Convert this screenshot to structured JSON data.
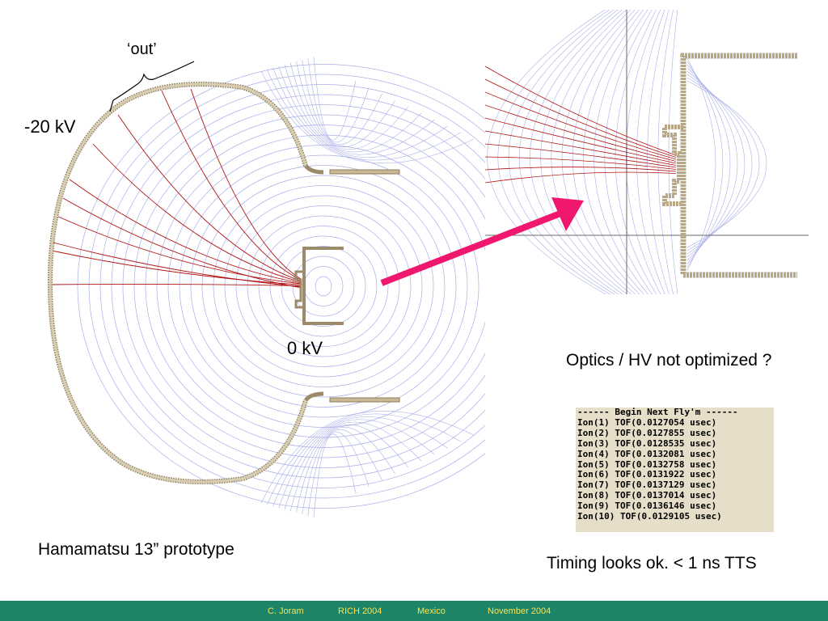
{
  "labels": {
    "out": "‘out’",
    "cathode_voltage": "-20 kV",
    "anode_voltage": "0 kV",
    "optics_note": "Optics / HV not optimized ?",
    "caption": "Hamamatsu 13” prototype",
    "timing_note": "Timing looks ok. < 1 ns TTS"
  },
  "log": {
    "header": "------ Begin Next Fly'm ------",
    "lines": [
      "Ion(1) TOF(0.0127054 usec)",
      "Ion(2) TOF(0.0127855 usec)",
      "Ion(3) TOF(0.0128535 usec)",
      "Ion(4) TOF(0.0132081 usec)",
      "Ion(5) TOF(0.0132758 usec)",
      "Ion(6) TOF(0.0131922 usec)",
      "Ion(7) TOF(0.0137129 usec)",
      "Ion(8) TOF(0.0137014 usec)",
      "Ion(9) TOF(0.0136146 usec)",
      "Ion(10) TOF(0.0129105 usec)"
    ]
  },
  "footer": {
    "author": "C. Joram",
    "conference": "RICH 2004",
    "location": "Mexico",
    "date": "November 2004"
  },
  "colors": {
    "field_lines": "#a9aee8",
    "trajectories": "#b01212",
    "electrode": "#b8a888",
    "arrow": "#f0186e",
    "footer_bg": "#1d8468",
    "footer_text": "#ffe24a"
  }
}
